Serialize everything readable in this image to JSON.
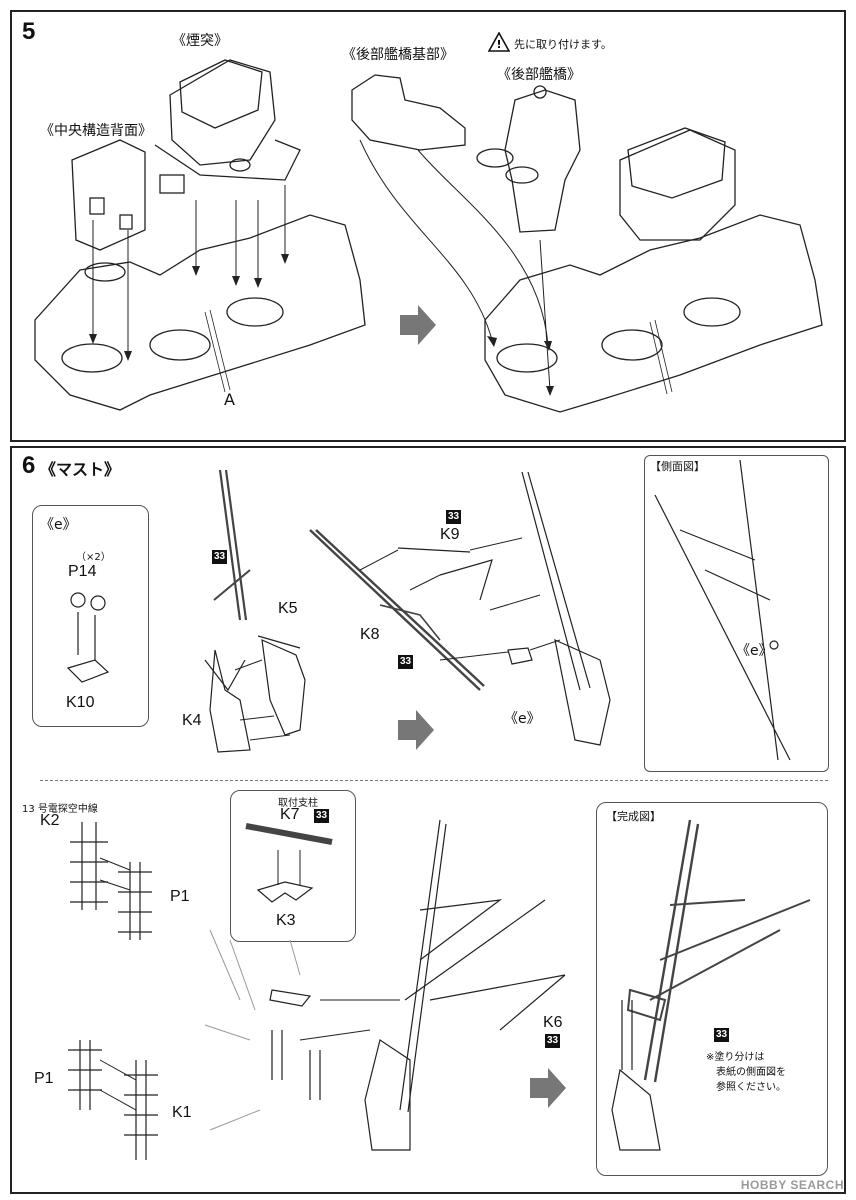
{
  "step5": {
    "number": "5",
    "chimney": "《煙突》",
    "central_back": "《中央構造背面》",
    "rear_bridge_base": "《後部艦橋基部》",
    "rear_bridge": "《後部艦橋》",
    "caution": "先に取り付けます。",
    "label_a": "A"
  },
  "step6": {
    "number": "6",
    "title": "《マスト》",
    "side_view": "【側面図】",
    "sub_e": "《e》",
    "times_two": "（×2）",
    "p14": "P14",
    "k10": "K10",
    "k5": "K5",
    "k4": "K4",
    "k8": "K8",
    "k9": "K9",
    "e_label": "《e》",
    "e_label_side": "《e》",
    "paint_code": "33",
    "radar_note": "13 号電探空中線",
    "k2": "K2",
    "p1_top": "P1",
    "p1_bottom": "P1",
    "k1": "K1",
    "mount_post": "取付支柱",
    "k7": "K7",
    "k3": "K3",
    "k6": "K6",
    "complete_view": "【完成図】",
    "paint_note_1": "※塗り分けは",
    "paint_note_2": "表紙の側面図を",
    "paint_note_3": "参照ください。"
  },
  "watermark": "HOBBY SEARCH",
  "colors": {
    "line": "#222222",
    "paint33": "#555555",
    "arrow": "#777777"
  }
}
